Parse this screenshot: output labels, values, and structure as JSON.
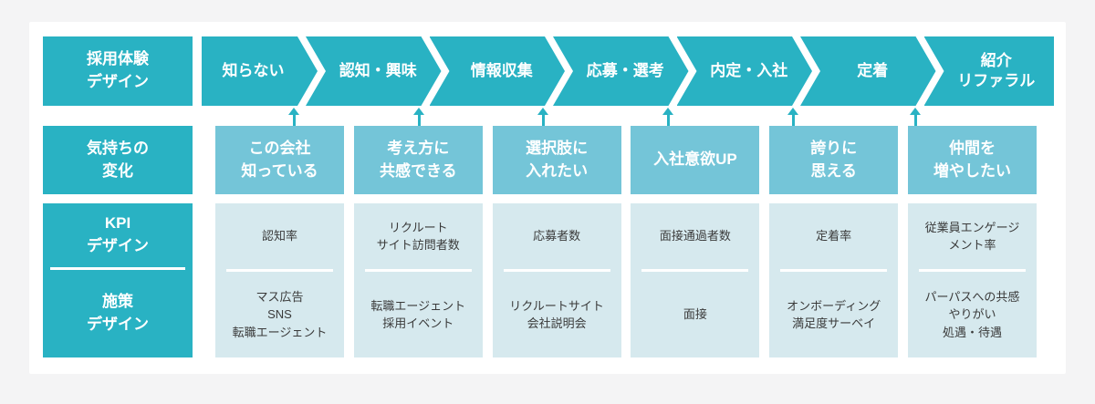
{
  "colors": {
    "teal": "#29b2c3",
    "light_blue": "#74c5d8",
    "pale_blue": "#d6e9ee",
    "page_bg": "#f4f4f5",
    "canvas_bg": "#ffffff",
    "dark_text": "#3a3a3a"
  },
  "row_headers": {
    "journey": "採用体験\nデザイン",
    "feelings": "気持ちの\n変化",
    "kpi": "KPI\nデザイン",
    "measures": "施策\nデザイン"
  },
  "journey_stages": [
    "知らない",
    "認知・興味",
    "情報収集",
    "応募・選考",
    "内定・入社",
    "定着",
    "紹介\nリファラル"
  ],
  "feelings": [
    "この会社\n知っている",
    "考え方に\n共感できる",
    "選択肢に\n入れたい",
    "入社意欲UP",
    "誇りに\n思える",
    "仲間を\n増やしたい"
  ],
  "kpis": [
    "認知率",
    "リクルート\nサイト訪問者数",
    "応募者数",
    "面接通過者数",
    "定着率",
    "従業員エンゲージ\nメント率"
  ],
  "measures": [
    "マス広告\nSNS\n転職エージェント",
    "転職エージェント\n採用イベント",
    "リクルートサイト\n会社説明会",
    "面接",
    "オンボーディング\n満足度サーベイ",
    "パーパスへの共感\nやりがい\n処遇・待遇"
  ]
}
